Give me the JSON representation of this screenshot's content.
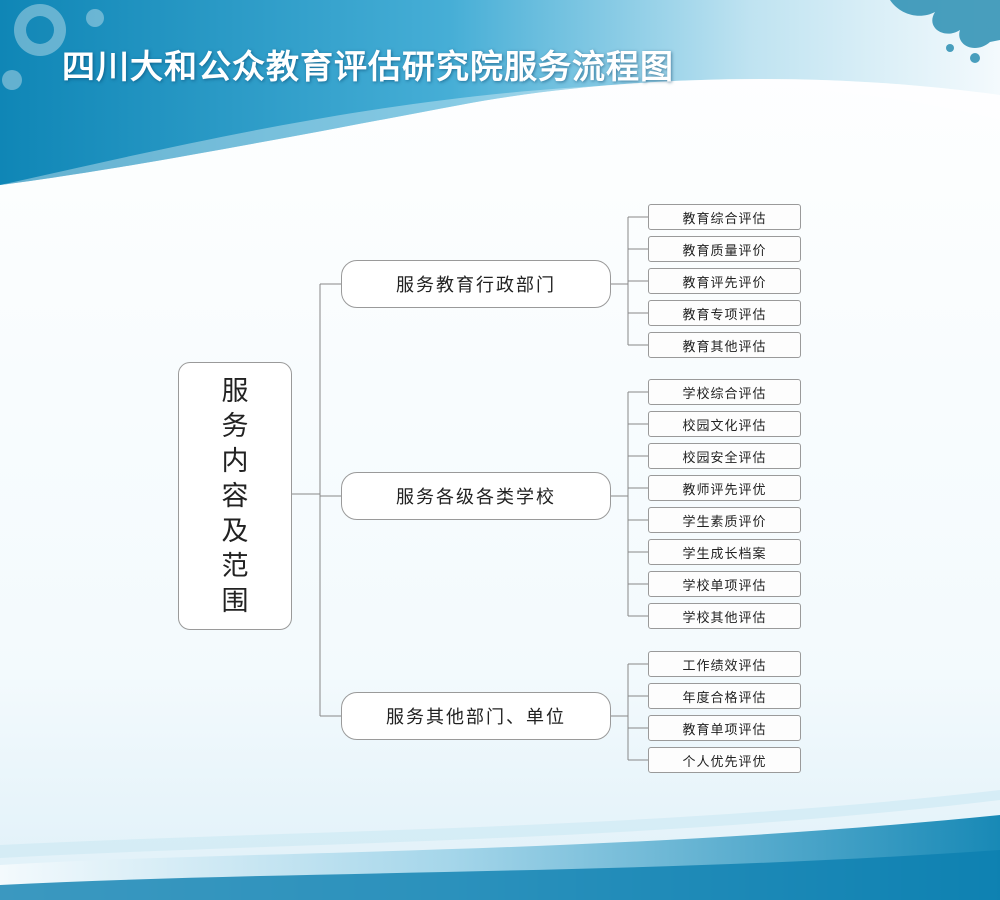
{
  "title": "四川大和公众教育评估研究院服务流程图",
  "colors": {
    "primary_blue": "#1a8bb8",
    "light_blue": "#dff0f8",
    "line": "#888888"
  },
  "tree": {
    "root": "服务内容及范围",
    "branches": [
      {
        "label": "服务教育行政部门",
        "items": [
          "教育综合评估",
          "教育质量评价",
          "教育评先评价",
          "教育专项评估",
          "教育其他评估"
        ]
      },
      {
        "label": "服务各级各类学校",
        "items": [
          "学校综合评估",
          "校园文化评估",
          "校园安全评估",
          "教师评先评优",
          "学生素质评价",
          "学生成长档案",
          "学校单项评估",
          "学校其他评估"
        ]
      },
      {
        "label": "服务其他部门、单位",
        "items": [
          "工作绩效评估",
          "年度合格评估",
          "教育单项评估",
          "个人优先评优"
        ]
      }
    ]
  }
}
